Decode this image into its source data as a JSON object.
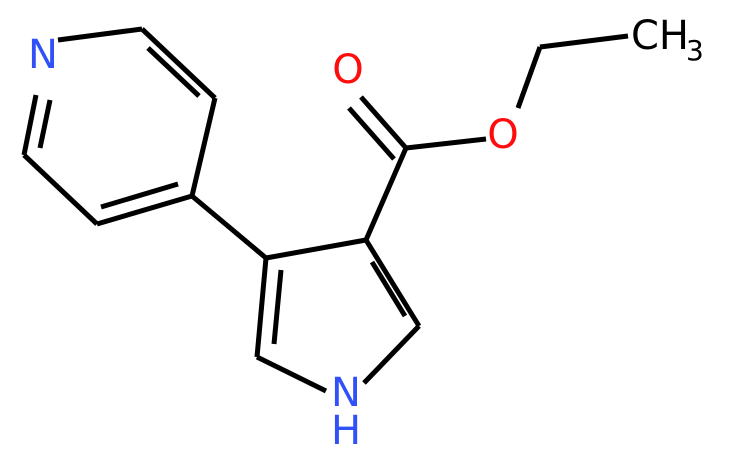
{
  "molecule": {
    "atoms": {
      "n_pyridine": {
        "label": "N",
        "color": "#3050F8"
      },
      "o_carbonyl": {
        "label": "O",
        "color": "#FF0D0D"
      },
      "o_ester": {
        "label": "O",
        "color": "#FF0D0D"
      },
      "ch3": {
        "label": "CH",
        "subscript": "3",
        "color": "#000000"
      },
      "nh_pyrrole": {
        "n": "N",
        "h": "H",
        "color": "#3050F8"
      }
    },
    "bond_color": "#000000"
  }
}
